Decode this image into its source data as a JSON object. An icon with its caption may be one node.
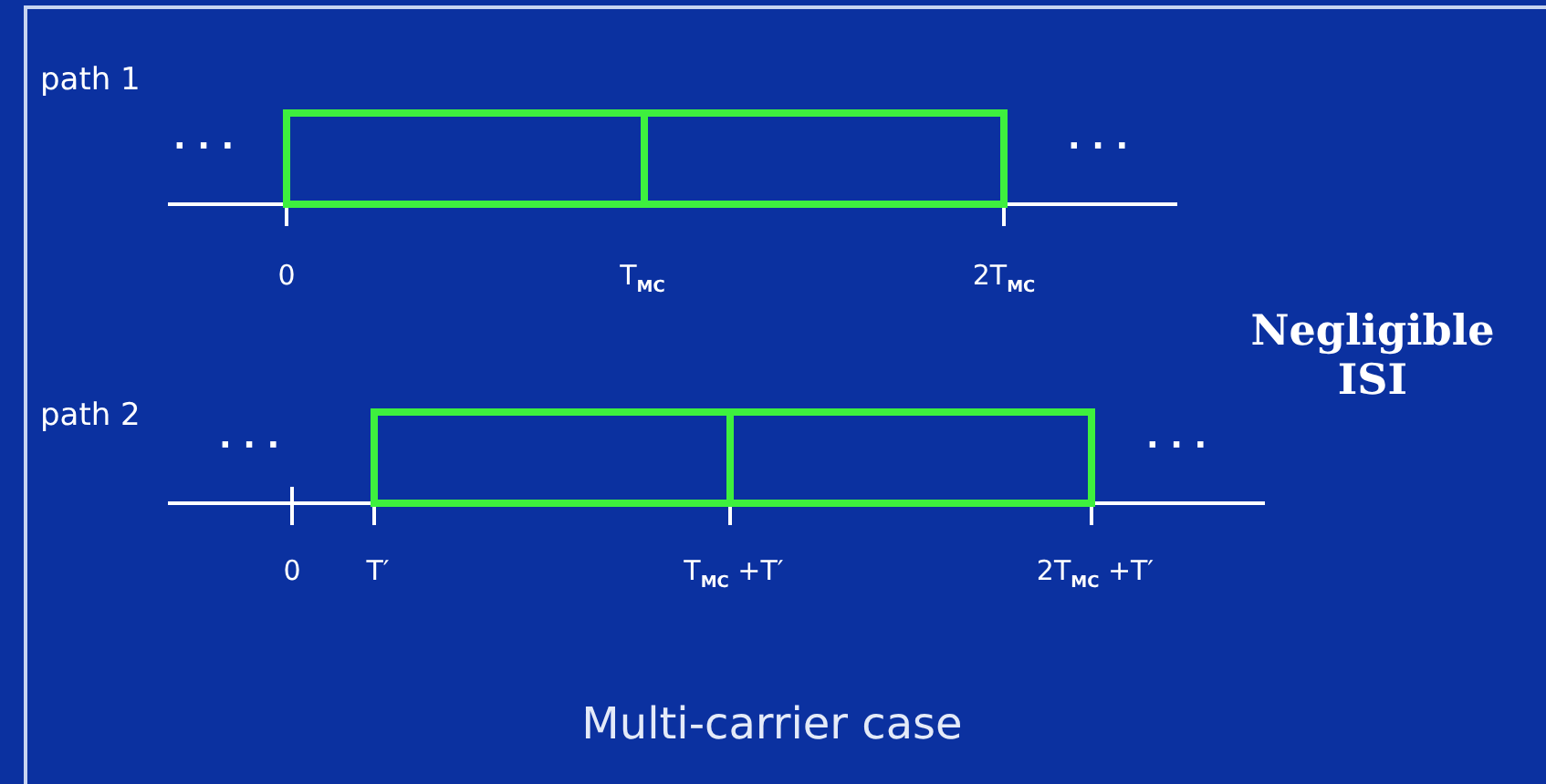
{
  "diagram": {
    "caption": "Multi-carrier case",
    "nodes": [
      {
        "text": [],
        "shape": "box"
      },
      {
        "text": [],
        "shape": "box"
      },
      {
        "text": [],
        "shape": "box"
      },
      {
        "text": [],
        "shape": "box"
      }
    ],
    "labels": [
      "path 1",
      "· · ·",
      "· · ·",
      "0",
      "T$_{MC}$",
      "2T$_{MC}$",
      "Negligible ISI",
      "path 2",
      "· · ·",
      "· · ·",
      "0",
      "T′",
      "T$_{MC}$ +T′",
      "2T$_{MC}$ +T′"
    ]
  }
}
